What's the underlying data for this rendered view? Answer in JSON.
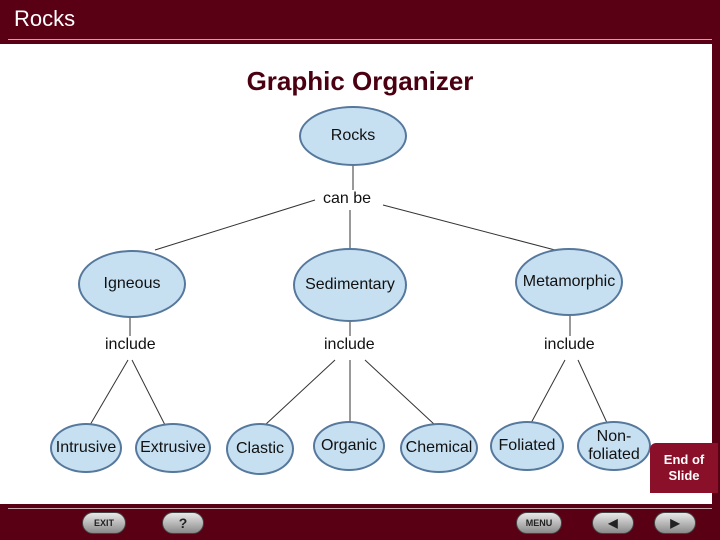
{
  "header": {
    "title": "Rocks"
  },
  "slide": {
    "title": "Graphic Organizer"
  },
  "diagram": {
    "root": "Rocks",
    "root_connector": "can be",
    "branches": [
      {
        "label": "Igneous",
        "connector": "include",
        "children": [
          "Intrusive",
          "Extrusive"
        ]
      },
      {
        "label": "Sedimentary",
        "connector": "include",
        "children": [
          "Clastic",
          "Organic",
          "Chemical"
        ]
      },
      {
        "label": "Metamorphic",
        "connector": "include",
        "children": [
          "Foliated",
          "Non-\nfoliated"
        ]
      }
    ]
  },
  "end_of_slide": "End of\nSlide",
  "footer": {
    "exit_label": "EXIT",
    "help_label": "?",
    "menu_label": "MENU",
    "prev_label": "◀",
    "next_label": "▶"
  },
  "colors": {
    "brand": "#5a0014",
    "node_fill": "#c6e0f2",
    "node_border": "#56789c",
    "end_slide": "#8a0f28"
  }
}
